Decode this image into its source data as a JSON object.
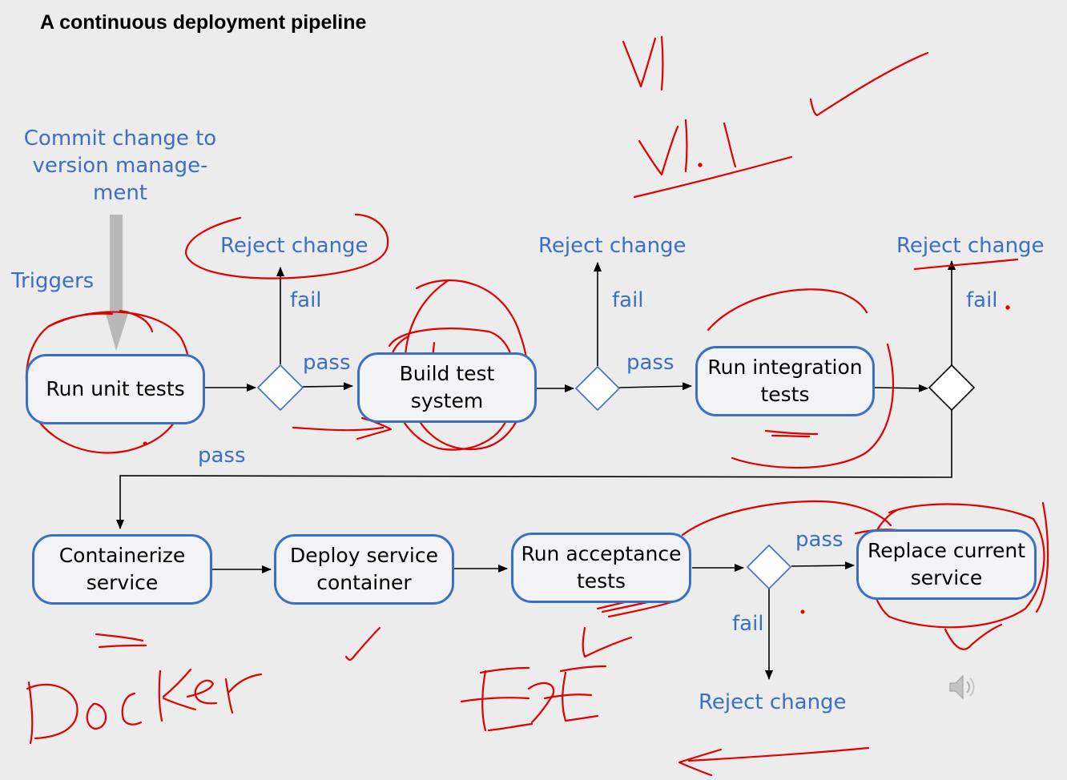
{
  "title": "A continuous deployment pipeline",
  "labels": {
    "commit": "Commit change to\nversion manage-\nment",
    "triggers": "Triggers",
    "reject_1": "Reject change",
    "reject_2": "Reject change",
    "reject_3": "Reject change",
    "reject_4": "Reject change",
    "fail_1": "fail",
    "fail_2": "fail",
    "fail_3": "fail",
    "fail_4": "fail",
    "pass_1": "pass",
    "pass_2": "pass",
    "pass_3": "pass",
    "pass_4": "pass"
  },
  "stages": {
    "run_unit_tests": "Run unit tests",
    "build_test_system": "Build test\nsystem",
    "run_integration_tests": "Run integration\ntests",
    "containerize_service": "Containerize\nservice",
    "deploy_service_container": "Deploy service\ncontainer",
    "run_acceptance_tests": "Run acceptance\ntests",
    "replace_current_service": "Replace current\nservice"
  },
  "colors": {
    "stage_border": "#3a6fc4",
    "label_text": "#3a6fc4",
    "annotation_ink": "#e00000",
    "trigger_arrow": "#b8b8b8",
    "background": "#ececec"
  },
  "icons": {
    "speaker": "speaker-icon"
  }
}
